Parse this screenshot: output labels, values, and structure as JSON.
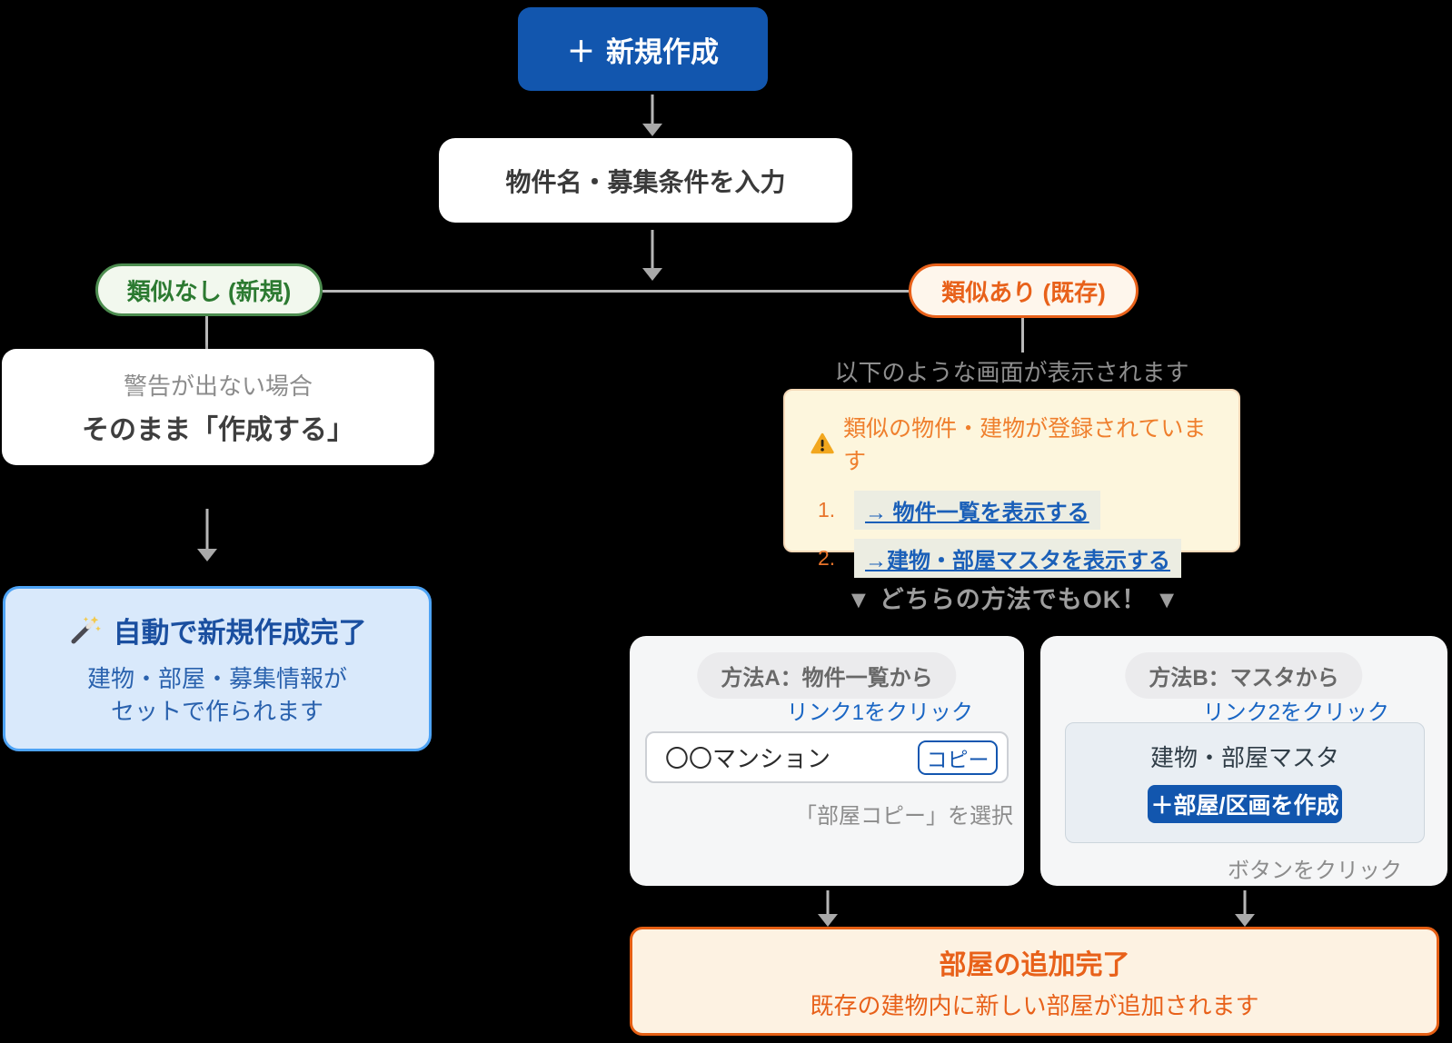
{
  "colors": {
    "primary_blue": "#1256ae",
    "branch_green": "#4c8c4f",
    "branch_green_text": "#2c7a31",
    "accent_orange": "#e8611a",
    "warning_text_orange": "#ef7f2d",
    "link_blue": "#1a5fb8",
    "hint_blue": "#1a66c4",
    "info_box_blue_bg": "#d9e9fb",
    "info_box_blue_border": "#4da3f5",
    "warning_bg": "#fdf6dd",
    "done_bg": "#fdf2e2",
    "gray_caption": "#8e8e8e"
  },
  "flow": {
    "create_button": {
      "icon": "＋",
      "label": "新規作成"
    },
    "input_step": {
      "label": "物件名・募集条件を入力"
    },
    "branch_left": {
      "label": "類似なし (新規)"
    },
    "branch_right": {
      "label": "類似あり (既存)"
    },
    "no_warning_box": {
      "line1": "警告が出ない場合",
      "line2": "そのまま「作成する」"
    },
    "auto_complete_box": {
      "title": "自動で新規作成完了",
      "line1": "建物・部屋・募集情報が",
      "line2": "セットで作られます"
    },
    "screen_caption": "以下のような画面が表示されます",
    "warning_panel": {
      "title": "類似の物件・建物が登録されています",
      "items": [
        {
          "num": "1.",
          "label": "→ 物件一覧を表示する"
        },
        {
          "num": "2.",
          "label": "→建物・部屋マスタを表示する"
        }
      ]
    },
    "both_ok_caption": "▼ どちらの方法でもOK！ ▼",
    "method_a": {
      "badge": "方法A：物件一覧から",
      "hint": "リンク1をクリック",
      "property_name": "〇〇マンション",
      "copy_button": "コピー",
      "caption": "「部屋コピー」を選択"
    },
    "method_b": {
      "badge": "方法B：マスタから",
      "hint": "リンク2をクリック",
      "panel_title": "建物・部屋マスタ",
      "create_button": "＋部屋/区画を作成",
      "caption": "ボタンをクリック"
    },
    "done_box": {
      "title": "部屋の追加完了",
      "subtitle": "既存の建物内に新しい部屋が追加されます"
    }
  }
}
